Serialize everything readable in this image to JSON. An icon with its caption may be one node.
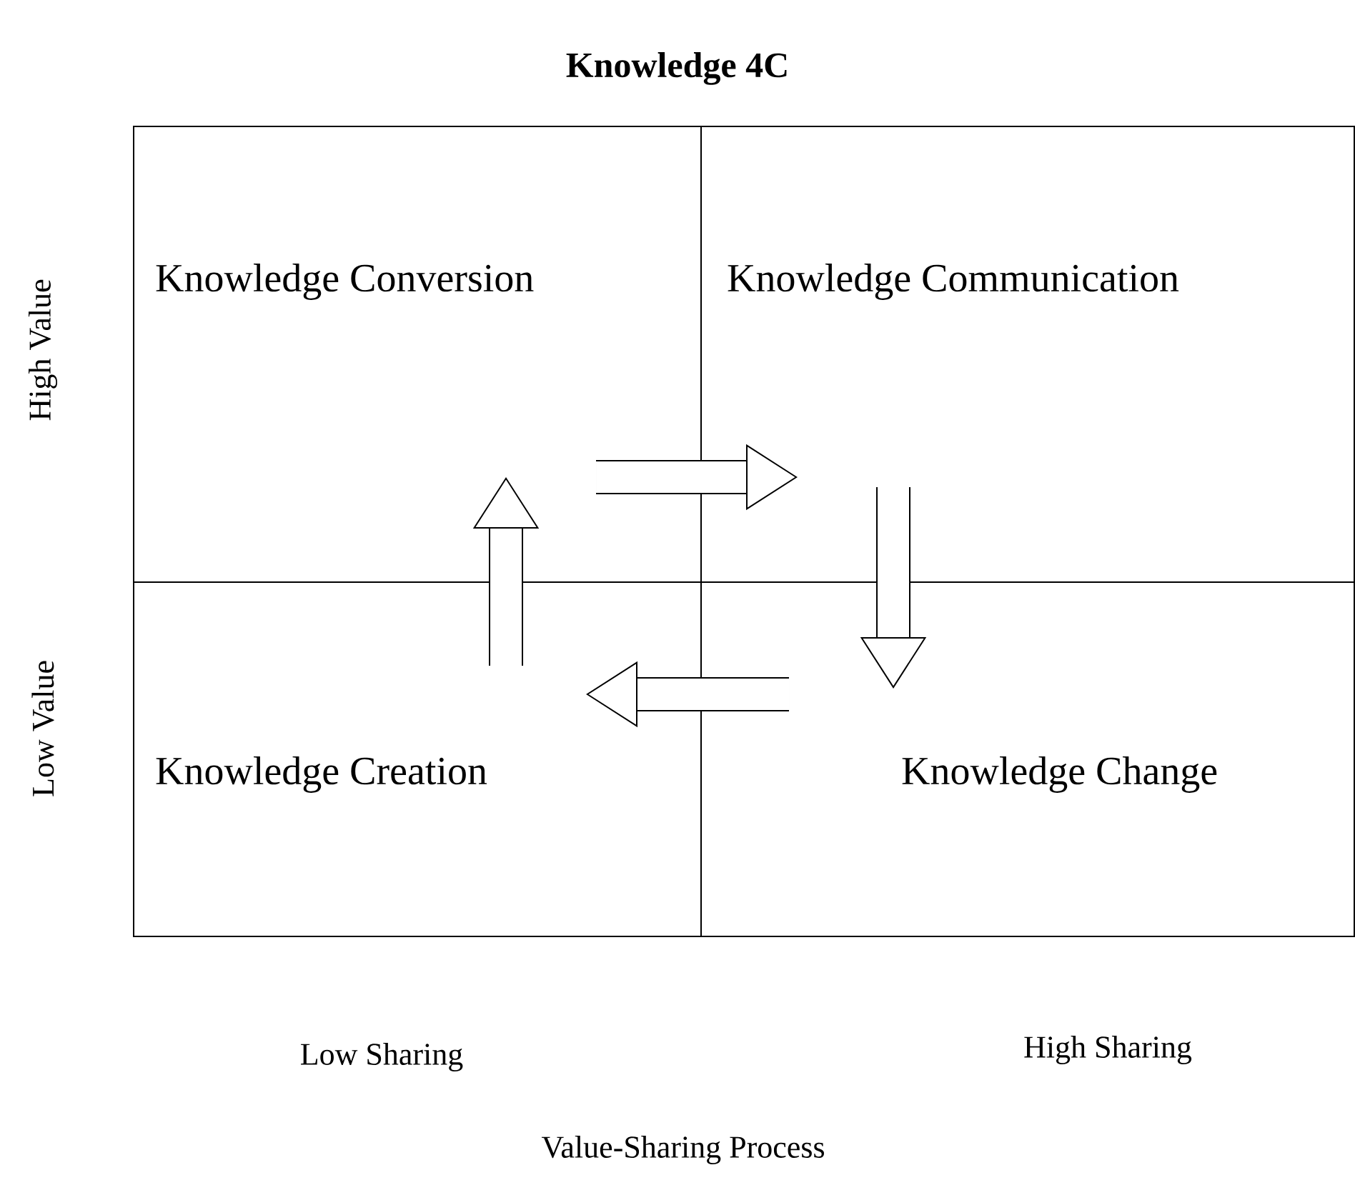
{
  "diagram": {
    "title": "Knowledge 4C",
    "nodes": [
      {
        "text": [
          "Knowledge Conversion"
        ]
      },
      {
        "text": [
          "Knowledge Communication"
        ]
      },
      {
        "text": [
          "Knowledge Creation"
        ]
      },
      {
        "text": [
          "Knowledge Change"
        ]
      }
    ],
    "edges": [
      {
        "from": 2,
        "to": 0,
        "arrow": "to"
      },
      {
        "from": 0,
        "to": 1,
        "arrow": "to"
      },
      {
        "from": 1,
        "to": 3,
        "arrow": "to"
      },
      {
        "from": 3,
        "to": 2,
        "arrow": "to"
      }
    ],
    "labels": [
      "High Value",
      "Low Value",
      "Low Sharing",
      "High Sharing",
      "Value-Sharing Process"
    ]
  }
}
